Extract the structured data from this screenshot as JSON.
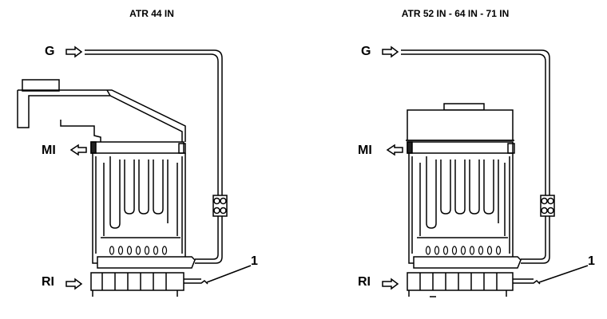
{
  "diagrams": [
    {
      "title": "ATR 44 IN",
      "labels": {
        "gas": "G",
        "flow_out": "MI",
        "return_in": "RI",
        "callout": "1"
      }
    },
    {
      "title": "ATR 52 IN - 64 IN - 71 IN",
      "labels": {
        "gas": "G",
        "flow_out": "MI",
        "return_in": "RI",
        "callout": "1"
      }
    }
  ],
  "colors": {
    "line": "#000000",
    "fill_dark": "#222222",
    "fill_light": "#ffffff"
  }
}
